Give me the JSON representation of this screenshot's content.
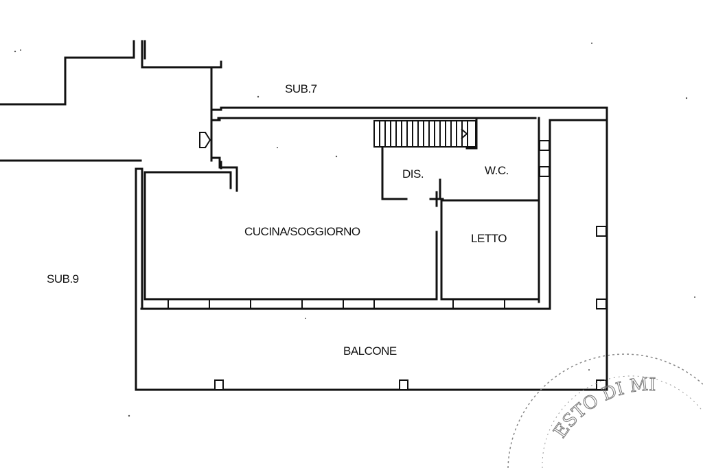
{
  "labels": {
    "sub7": "SUB.7",
    "sub9": "SUB.9",
    "dis": "DIS.",
    "wc": "W.C.",
    "cucina": "CUCINA/SOGGIORNO",
    "letto": "LETTO",
    "balcone": "BALCONE"
  },
  "stamp": {
    "text": "ESTO DI MI"
  }
}
